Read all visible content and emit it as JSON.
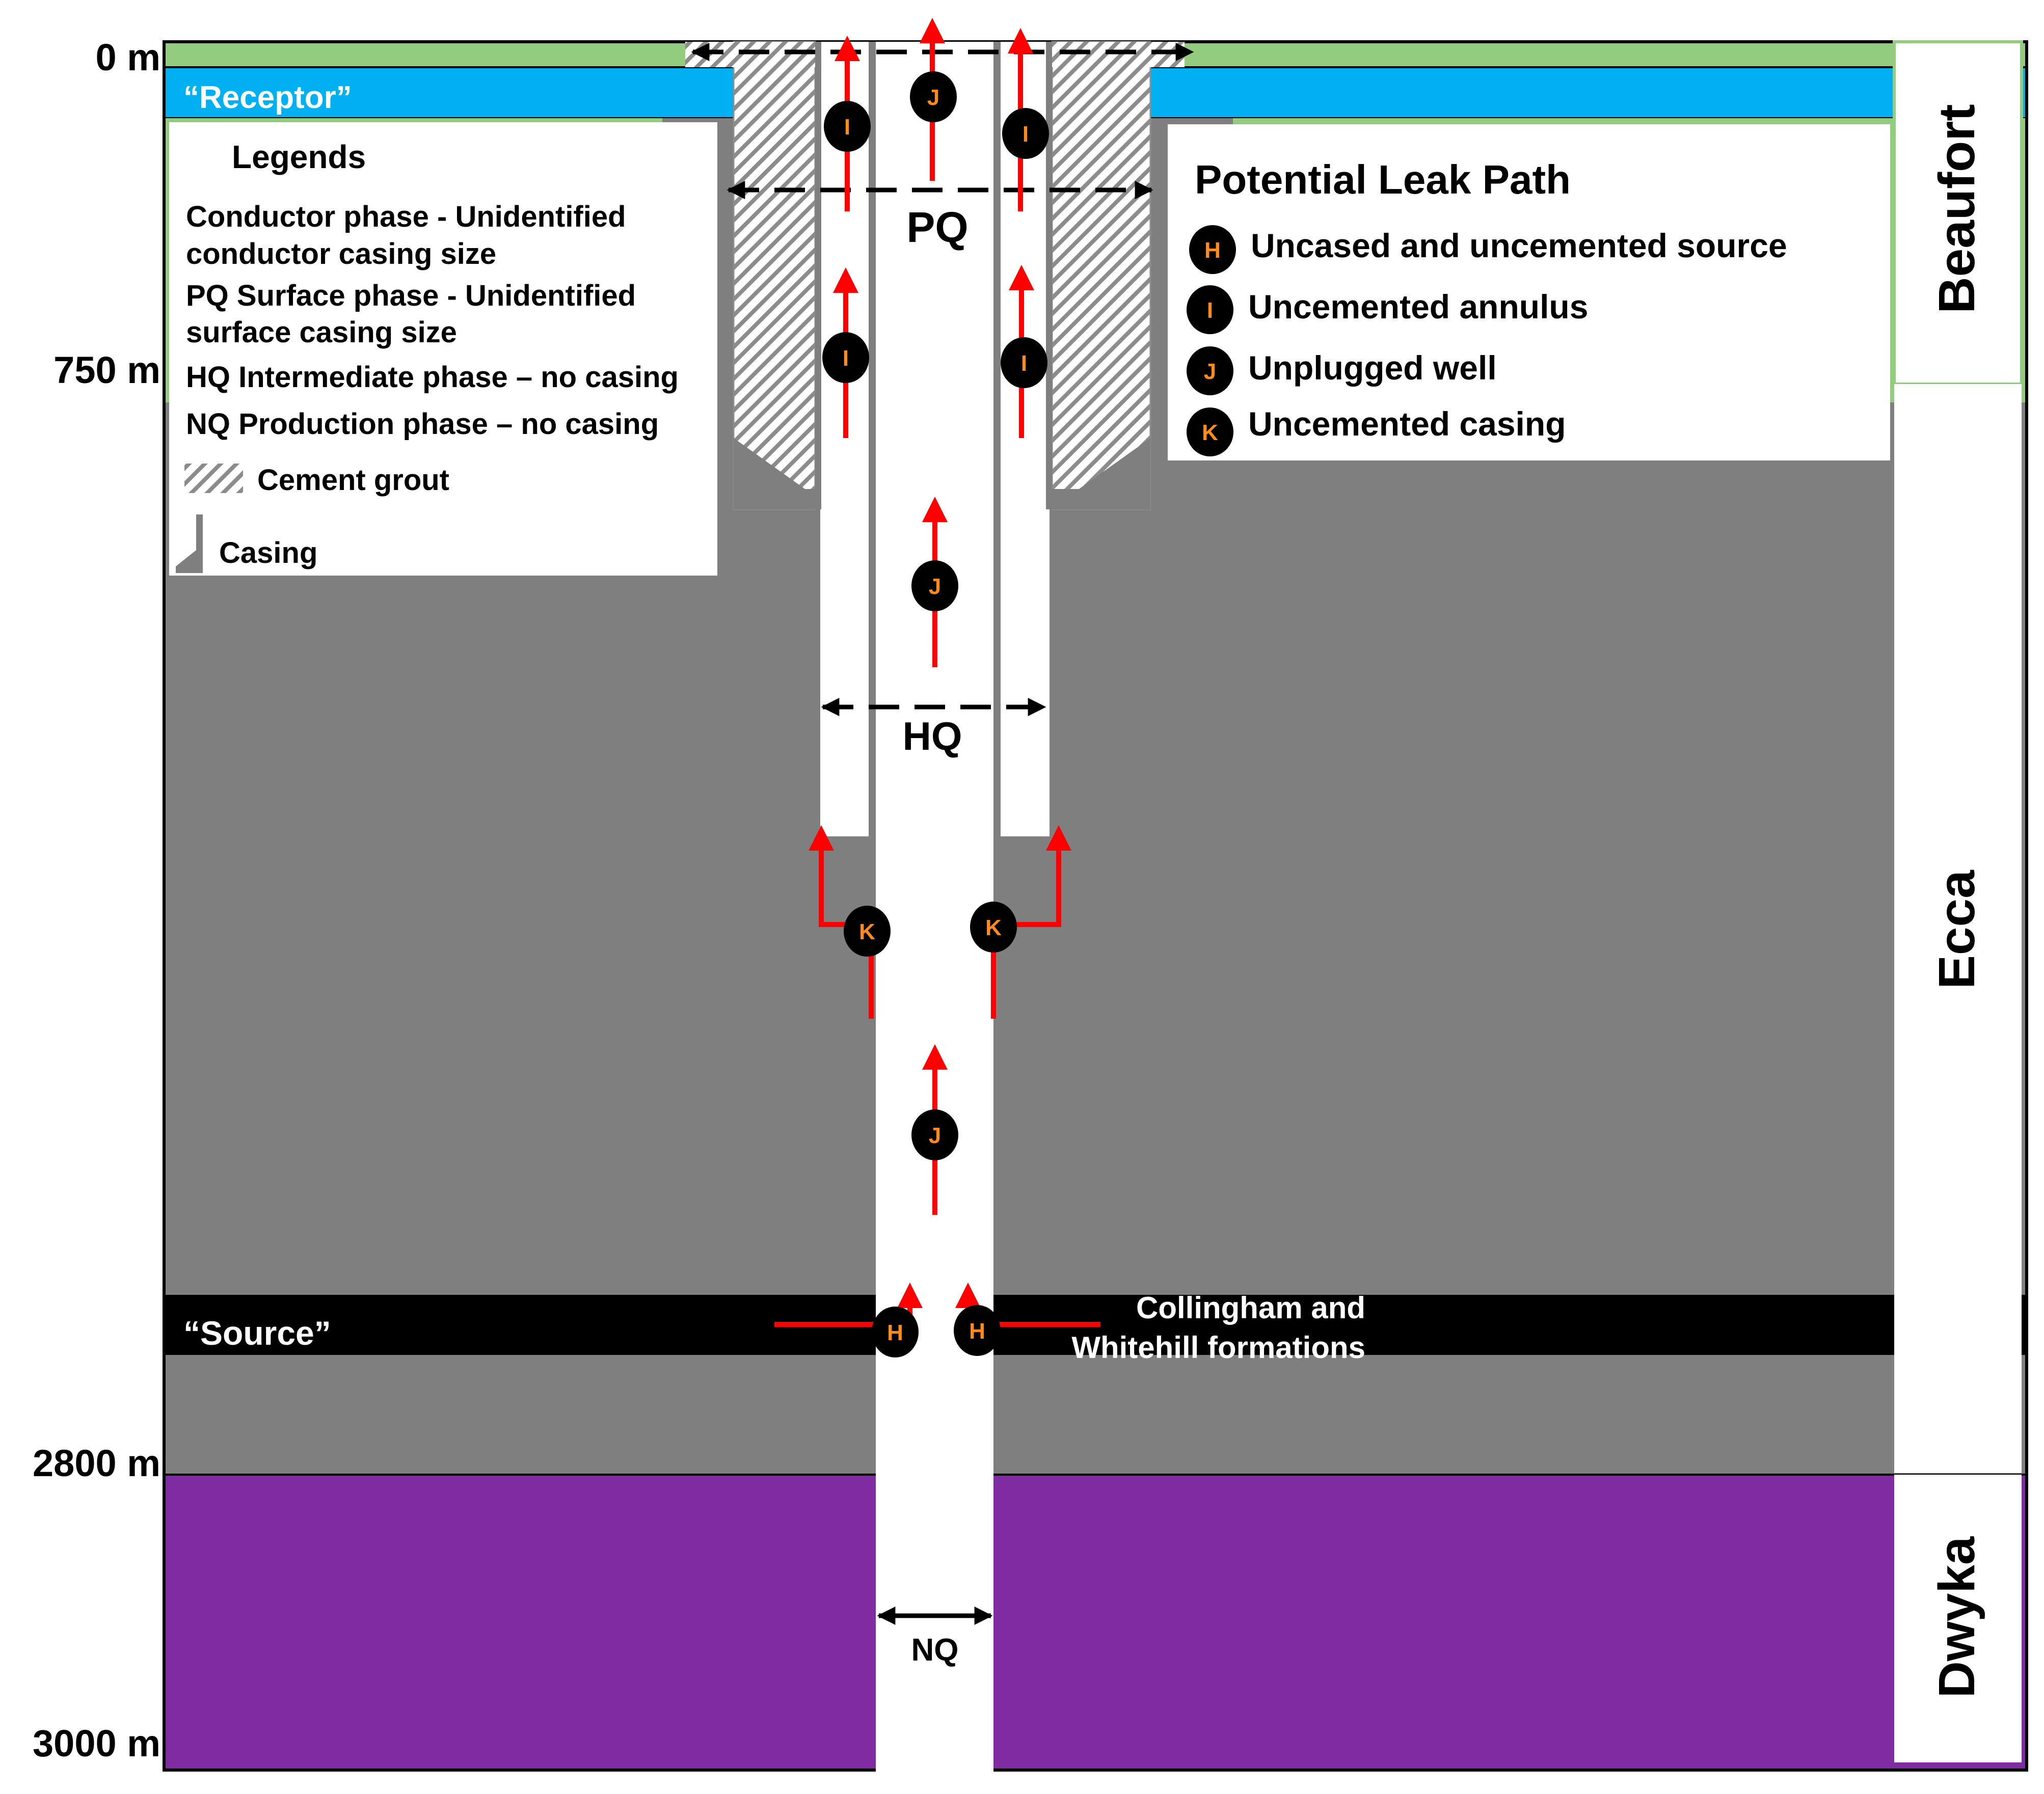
{
  "depth_labels": [
    "0 m",
    "750 m",
    "2800 m",
    "3000 m"
  ],
  "layers": {
    "receptor_label": "“Receptor”",
    "source_label": "“Source”",
    "source_formation_line1": "Collingham and",
    "source_formation_line2": "Whitehill formations"
  },
  "formations": [
    "Beaufort",
    "Ecca",
    "Dwyka"
  ],
  "phases": {
    "pq": "PQ",
    "hq": "HQ",
    "nq": "NQ"
  },
  "legend": {
    "title": "Legends",
    "conductor_line1": "Conductor phase - Unidentified",
    "conductor_line2": "conductor casing size",
    "pq_line1": "PQ Surface phase - Unidentified",
    "pq_line2": "surface casing size",
    "hq": "HQ Intermediate phase – no casing",
    "nq": "NQ Production phase – no casing",
    "cement": "Cement grout",
    "casing": "Casing"
  },
  "leak_legend": {
    "title": "Potential Leak Path",
    "items": [
      {
        "letter": "H",
        "label": "Uncased and uncemented source"
      },
      {
        "letter": "I",
        "label": "Uncemented annulus"
      },
      {
        "letter": "J",
        "label": "Unplugged well"
      },
      {
        "letter": "K",
        "label": "Uncemented casing"
      }
    ]
  },
  "markers": [
    "J",
    "I",
    "I",
    "I",
    "I",
    "J",
    "K",
    "K",
    "J",
    "H",
    "H"
  ],
  "colors": {
    "surface_green": "#93cb7f",
    "receptor_blue": "#00b0f0",
    "rock_gray": "#7f7f7f",
    "source_black": "#000000",
    "dwyka_purple": "#7f2ba1",
    "leak_red": "#ff0000",
    "marker_letter_orange": "#ff8c1a"
  }
}
